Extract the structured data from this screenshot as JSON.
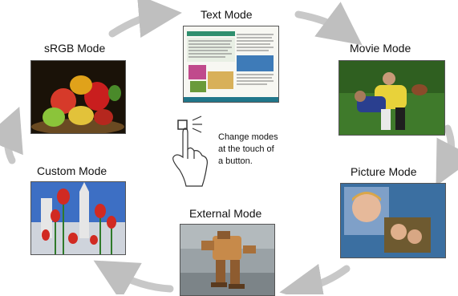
{
  "modes": {
    "text": "Text Mode",
    "movie": "Movie Mode",
    "picture": "Picture Mode",
    "external": "External Mode",
    "custom": "Custom Mode",
    "srgb": "sRGB Mode"
  },
  "hint_text": "Change modes\nat the touch of\na button."
}
